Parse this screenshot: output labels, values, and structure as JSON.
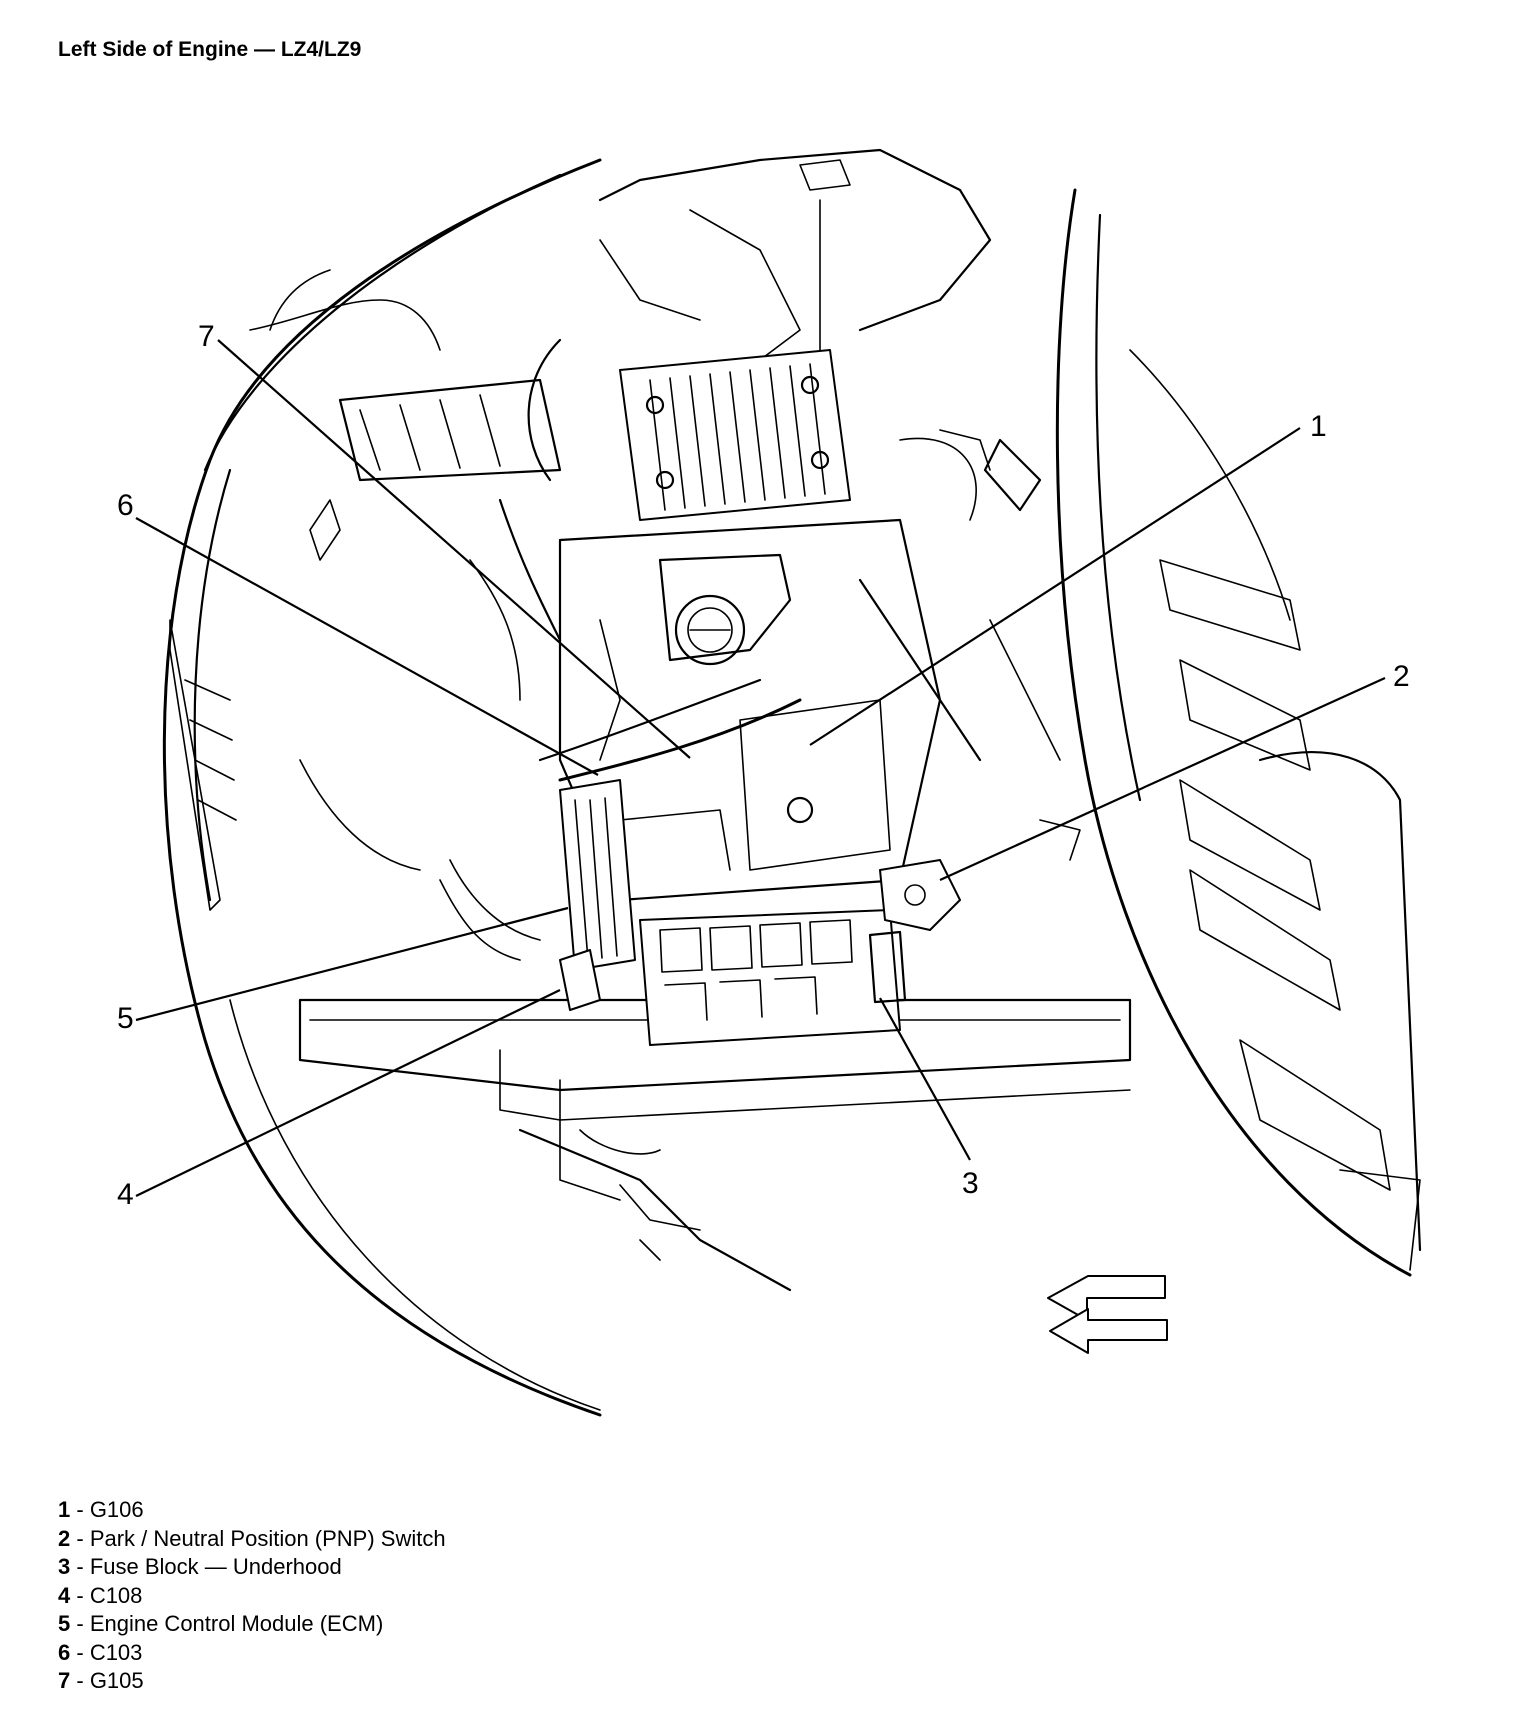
{
  "title": "Left Side of Engine — LZ4/LZ9",
  "callouts": [
    {
      "num": "1",
      "text": "G106"
    },
    {
      "num": "2",
      "text": "Park / Neutral Position (PNP) Switch"
    },
    {
      "num": "3",
      "text": "Fuse Block — Underhood"
    },
    {
      "num": "4",
      "text": "C108"
    },
    {
      "num": "5",
      "text": "Engine Control Module (ECM)"
    },
    {
      "num": "6",
      "text": "C103"
    },
    {
      "num": "7",
      "text": "G105"
    }
  ],
  "icons": [
    "front-direction-arrow-icon"
  ]
}
